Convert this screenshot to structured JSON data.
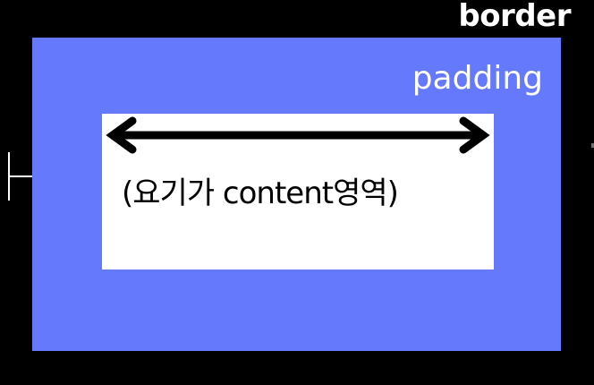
{
  "labels": {
    "border": "border",
    "padding": "padding",
    "content": "(요기가 content영역)"
  },
  "colors": {
    "border": "#000000",
    "padding": "#6479fc",
    "content": "#ffffff",
    "arrow": "#000000",
    "label_light": "#ffffff",
    "label_dark": "#000000"
  },
  "icons": {
    "width_arrow": "double-headed-arrow",
    "padding_marker": "dimension-bracket"
  }
}
